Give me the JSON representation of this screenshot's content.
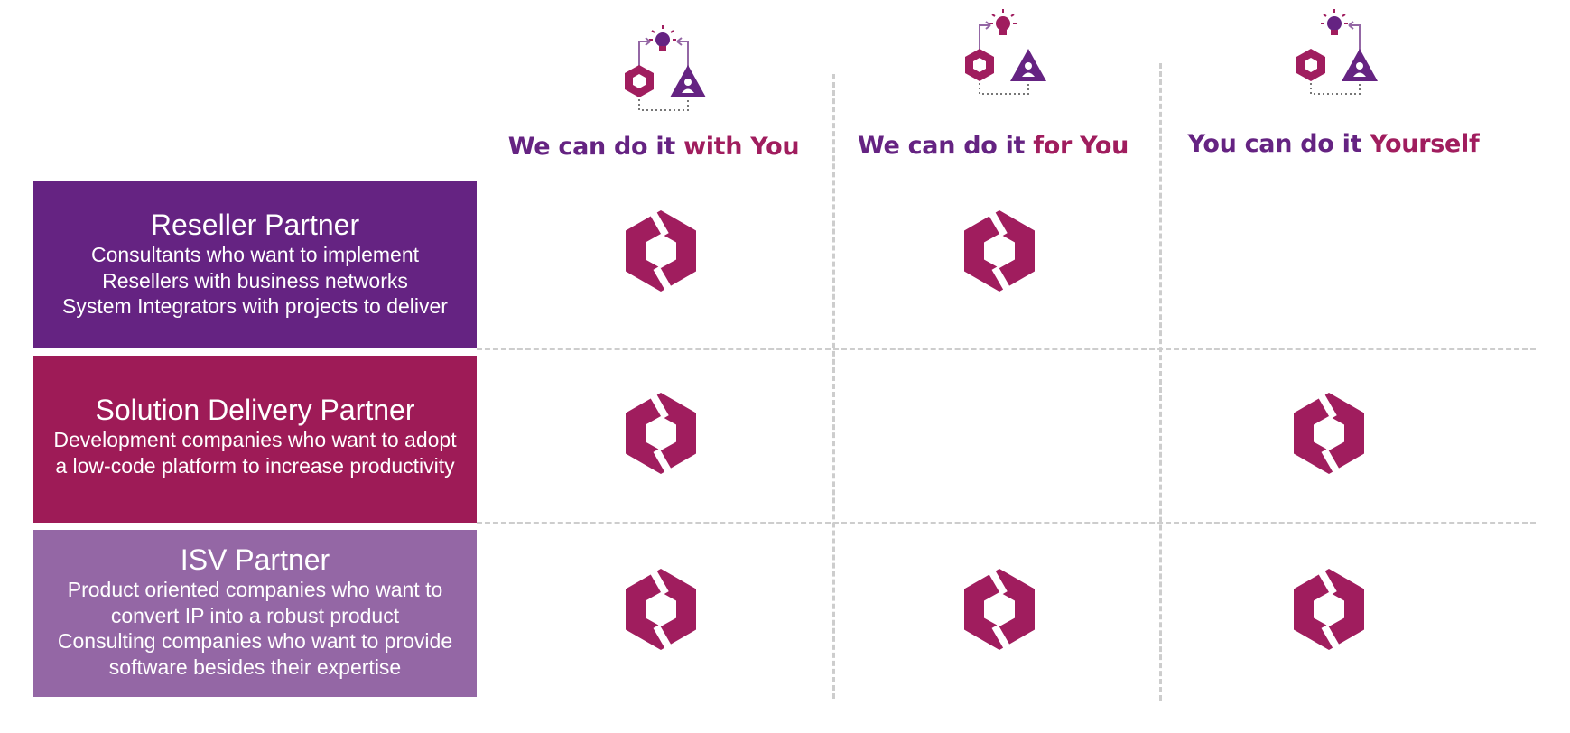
{
  "colors": {
    "purple": "#652382",
    "magenta": "#9e1b57",
    "lavender": "#9467a5",
    "mark": "#a01d5e",
    "grid": "#cdcdcd",
    "header_first": "#652382",
    "header_second": "#a01d5e"
  },
  "columns": [
    {
      "part1": "We can do it ",
      "part2": "with You",
      "icon": "collaboration-cycle-icon"
    },
    {
      "part1": "We can do it ",
      "part2": "for You",
      "icon": "collaboration-cycle-icon"
    },
    {
      "part1": "You can do it ",
      "part2": "Yourself",
      "icon": "collaboration-cycle-icon"
    }
  ],
  "rows": [
    {
      "title": "Reseller Partner",
      "lines": [
        "Consultants who want to implement",
        "Resellers with business networks",
        "System Integrators with projects to deliver"
      ],
      "color": "#652382",
      "marks": [
        true,
        true,
        false
      ]
    },
    {
      "title": "Solution Delivery Partner",
      "lines": [
        "Development companies who want to adopt",
        "a low-code platform to increase productivity"
      ],
      "color": "#9e1b57",
      "marks": [
        true,
        false,
        true
      ]
    },
    {
      "title": "ISV Partner",
      "lines": [
        "Product oriented companies who want to",
        "convert IP into a robust product",
        "Consulting companies who want to provide",
        "software besides their expertise"
      ],
      "color": "#9467a5",
      "marks": [
        true,
        true,
        true
      ]
    }
  ],
  "icons": {
    "mark": "brand-hexagon-mark-icon"
  }
}
